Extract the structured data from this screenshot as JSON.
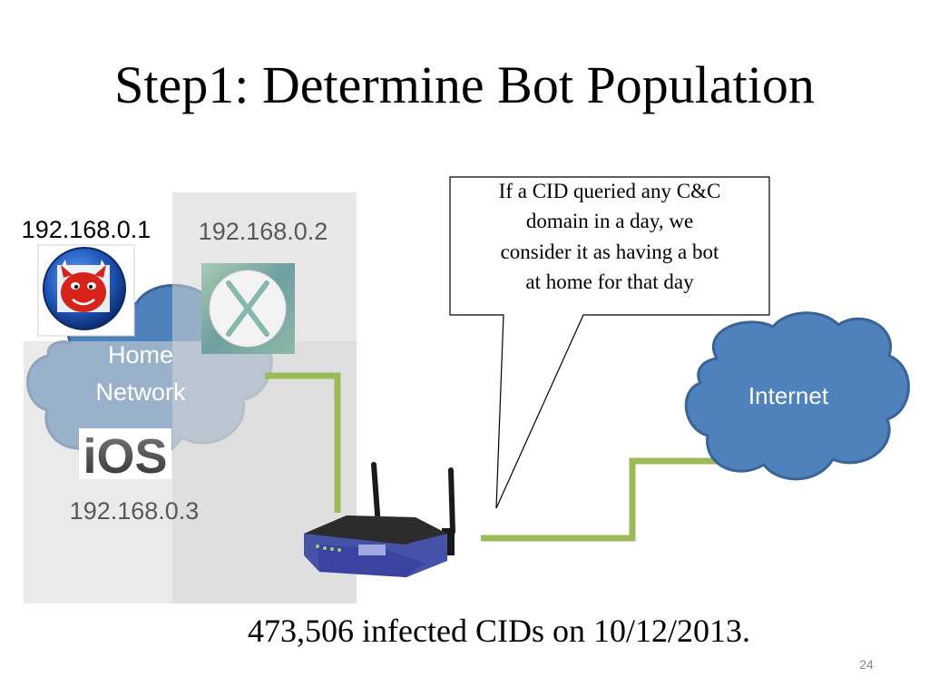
{
  "slide": {
    "title": "Step1: Determine Bot Population",
    "page_number": "24"
  },
  "hosts": {
    "host1": {
      "ip": "192.168.0.1",
      "icon": "bsd-daemon-icon"
    },
    "host2": {
      "ip": "192.168.0.2",
      "icon": "osx-x-icon"
    },
    "host3": {
      "ip": "192.168.0.3",
      "icon": "ios-logo-icon",
      "logo_text": "iOS"
    }
  },
  "home_network": {
    "label_line1": "Home",
    "label_line2": "Network"
  },
  "internet": {
    "label": "Internet"
  },
  "callout": {
    "line1": "If a CID queried any C&C",
    "line2": "domain in a day, we",
    "line3": "consider it as having a bot",
    "line4": "at home for that day"
  },
  "footer": {
    "infected_text": "473,506 infected CIDs on 10/12/2013."
  },
  "colors": {
    "cloud_fill": "#4F81BD",
    "cloud_stroke": "#3A6496",
    "link_green": "#9BBB59",
    "panel_gray": "#D9D9D9",
    "router_blue": "#4652A8"
  }
}
